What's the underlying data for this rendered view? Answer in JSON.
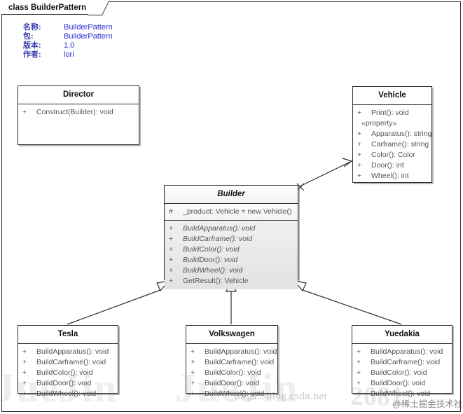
{
  "diagram": {
    "title_tab": "class BuilderPattern",
    "meta": [
      {
        "key": "名称:",
        "value": "BuilderPattern"
      },
      {
        "key": "包:",
        "value": "BuilderPattern"
      },
      {
        "key": "版本:",
        "value": "1.0"
      },
      {
        "key": "作者:",
        "value": "lori"
      }
    ]
  },
  "classes": {
    "director": {
      "name": "Director",
      "operations": [
        {
          "vis": "+",
          "text": "Construct(Builder): void"
        }
      ]
    },
    "vehicle": {
      "name": "Vehicle",
      "operations": [
        {
          "vis": "+",
          "text": "Print(): void"
        }
      ],
      "stereotype": "«property»",
      "properties": [
        {
          "vis": "+",
          "text": "Apparatus(): string"
        },
        {
          "vis": "+",
          "text": "Carframe(): string"
        },
        {
          "vis": "+",
          "text": "Color(): Color"
        },
        {
          "vis": "+",
          "text": "Door(): int"
        },
        {
          "vis": "+",
          "text": "Wheel(): int"
        }
      ]
    },
    "builder": {
      "name": "Builder",
      "attributes": [
        {
          "vis": "#",
          "text": "_product: Vehicle = new Vehicle()"
        }
      ],
      "operations": [
        {
          "vis": "+",
          "text": "BuildApparatus(): void",
          "italic": true
        },
        {
          "vis": "+",
          "text": "BuildCarframe(): void",
          "italic": true
        },
        {
          "vis": "+",
          "text": "BuildColor(): void",
          "italic": true
        },
        {
          "vis": "+",
          "text": "BuildDoor(): void",
          "italic": true
        },
        {
          "vis": "+",
          "text": "BuildWheel(): void",
          "italic": true
        },
        {
          "vis": "+",
          "text": "GetResult(): Vehicle",
          "italic": false
        }
      ]
    },
    "tesla": {
      "name": "Tesla",
      "operations": [
        {
          "vis": "+",
          "text": "BuildApparatus(): void"
        },
        {
          "vis": "+",
          "text": "BuildCarframe(): void"
        },
        {
          "vis": "+",
          "text": "BuildColor(): void"
        },
        {
          "vis": "+",
          "text": "BuildDoor(): void"
        },
        {
          "vis": "+",
          "text": "BuildWheel(): void"
        }
      ]
    },
    "volkswagen": {
      "name": "Volkswagen",
      "operations": [
        {
          "vis": "+",
          "text": "BuildApparatus(): void"
        },
        {
          "vis": "+",
          "text": "BuildCarframe(): void"
        },
        {
          "vis": "+",
          "text": "BuildColor(): void"
        },
        {
          "vis": "+",
          "text": "BuildDoor(): void"
        },
        {
          "vis": "+",
          "text": "BuildWheel(): void"
        }
      ]
    },
    "yuedakia": {
      "name": "Yuedakia",
      "operations": [
        {
          "vis": "+",
          "text": "BuildApparatus(): void"
        },
        {
          "vis": "+",
          "text": "BuildCarframe(): void"
        },
        {
          "vis": "+",
          "text": "BuildColor(): void"
        },
        {
          "vis": "+",
          "text": "BuildDoor(): void"
        },
        {
          "vis": "+",
          "text": "BuildWheel(): void"
        }
      ]
    }
  },
  "relationships": [
    {
      "from": "Builder",
      "to": "Vehicle",
      "type": "association"
    },
    {
      "from": "Tesla",
      "to": "Builder",
      "type": "generalization"
    },
    {
      "from": "Volkswagen",
      "to": "Builder",
      "type": "generalization"
    },
    {
      "from": "Yuedakia",
      "to": "Builder",
      "type": "generalization"
    }
  ],
  "watermarks": {
    "big_left": "JueJin",
    "big_mid": "JueJin",
    "url": "https://blog.csdn.net",
    "community": "@稀土掘金技术社区",
    "digits": "2081"
  },
  "colors": {
    "border": "#2f2f2f",
    "meta_key": "#3b3bb0",
    "meta_value": "#2a2ad6",
    "member_text": "#545454",
    "title_text": "#111111"
  }
}
